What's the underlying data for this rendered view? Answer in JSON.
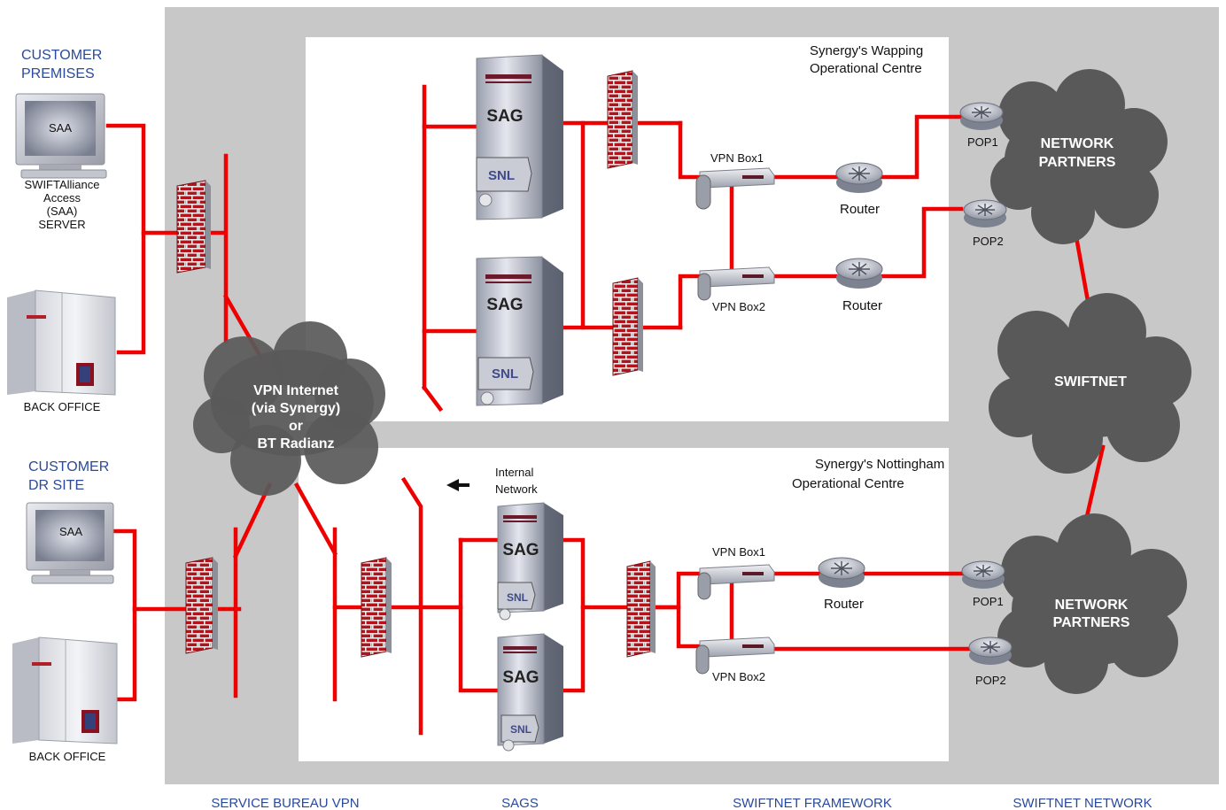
{
  "customer_premises": {
    "title_line1": "CUSTOMER",
    "title_line2": "PREMISES",
    "monitor_label": "SAA",
    "server_label_line1": "SWIFTAlliance",
    "server_label_line2": "Access",
    "server_label_line3": "(SAA)",
    "server_label_line4": "SERVER",
    "back_office_label": "BACK OFFICE"
  },
  "customer_dr_site": {
    "title_line1": "CUSTOMER",
    "title_line2": "DR SITE",
    "monitor_label": "SAA",
    "back_office_label": "BACK OFFICE"
  },
  "vpn_cloud": {
    "line1": "VPN Internet",
    "line2": "(via Synergy)",
    "line3": "or",
    "line4": "BT Radianz"
  },
  "wapping": {
    "title_line1": "Synergy's Wapping",
    "title_line2": "Operational Centre",
    "sag1": "SAG",
    "snl1": "SNL",
    "sag2": "SAG",
    "snl2": "SNL",
    "vpn_box1": "VPN Box1",
    "vpn_box2": "VPN Box2",
    "router1": "Router",
    "router2": "Router",
    "pop1": "POP1",
    "pop2": "POP2"
  },
  "nottingham": {
    "title_line1": "Synergy's Nottingham",
    "title_line2": "Operational Centre",
    "internal_network_line1": "Internal",
    "internal_network_line2": "Network",
    "sag1": "SAG",
    "snl1": "SNL",
    "sag2": "SAG",
    "snl2": "SNL",
    "vpn_box1": "VPN Box1",
    "vpn_box2": "VPN Box2",
    "router": "Router",
    "pop1": "POP1",
    "pop2": "POP2"
  },
  "network_partners_top": {
    "line1": "NETWORK",
    "line2": "PARTNERS"
  },
  "swiftnet": {
    "label": "SWIFTNET"
  },
  "network_partners_bottom": {
    "line1": "NETWORK",
    "line2": "PARTNERS"
  },
  "section_labels": {
    "service_bureau_vpn": "SERVICE BUREAU VPN",
    "sags": "SAGS",
    "swiftnet_framework": "SWIFTNET FRAMEWORK",
    "swiftnet_network": "SWIFTNET NETWORK"
  },
  "colors": {
    "link": "#ee0000",
    "panel_grey": "#c8c8c8",
    "cloud_grey": "#595959",
    "label_blue": "#2a4a9c"
  }
}
